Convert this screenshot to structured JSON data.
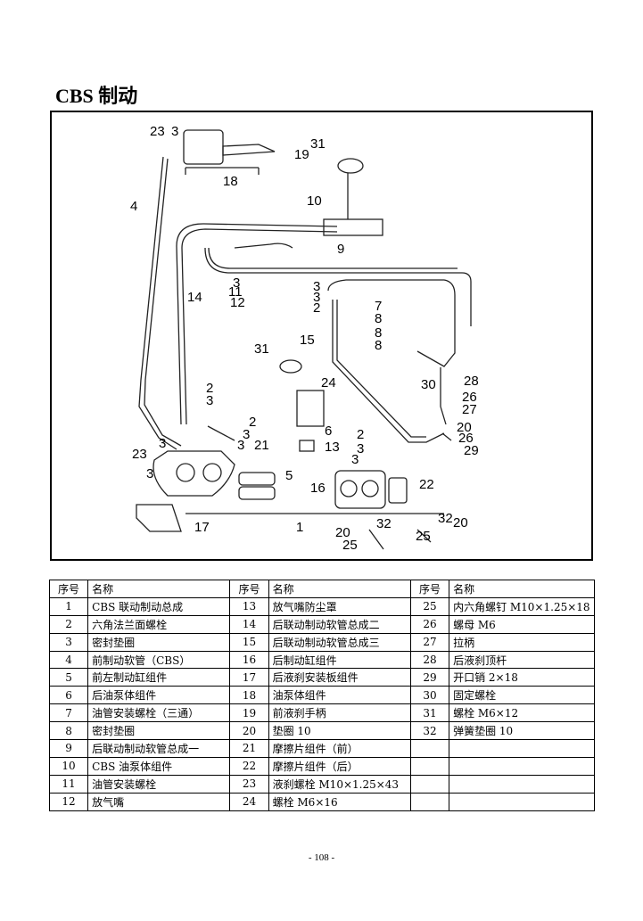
{
  "page": {
    "title": "CBS 制动",
    "page_number": "- 108 -"
  },
  "diagram": {
    "callouts": [
      "23",
      "3",
      "19",
      "18",
      "31",
      "10",
      "4",
      "9",
      "14",
      "3",
      "11",
      "12",
      "3",
      "3",
      "2",
      "7",
      "8",
      "8",
      "8",
      "15",
      "31",
      "2",
      "3",
      "24",
      "6",
      "13",
      "2",
      "3",
      "3",
      "21",
      "5",
      "23",
      "3",
      "17",
      "1",
      "28",
      "30",
      "26",
      "27",
      "20",
      "26",
      "29",
      "2",
      "3",
      "3",
      "22",
      "16",
      "32",
      "20",
      "25",
      "25",
      "32",
      "20"
    ]
  },
  "table": {
    "headers": [
      "序号",
      "名称",
      "序号",
      "名称",
      "序号",
      "名称"
    ],
    "rows": [
      [
        "1",
        "CBS 联动制动总成",
        "13",
        "放气嘴防尘罩",
        "25",
        "内六角螺钉 M10×1.25×18"
      ],
      [
        "2",
        "六角法兰面螺栓",
        "14",
        "后联动制动软管总成二",
        "26",
        "螺母 M6"
      ],
      [
        "3",
        "密封垫圈",
        "15",
        "后联动制动软管总成三",
        "27",
        "拉柄"
      ],
      [
        "4",
        "前制动软管（CBS）",
        "16",
        "后制动缸组件",
        "28",
        "后液刹顶杆"
      ],
      [
        "5",
        "前左制动缸组件",
        "17",
        "后液刹安装板组件",
        "29",
        "开口销 2×18"
      ],
      [
        "6",
        "后油泵体组件",
        "18",
        "油泵体组件",
        "30",
        "固定螺栓"
      ],
      [
        "7",
        "油管安装螺栓（三通）",
        "19",
        "前液刹手柄",
        "31",
        "螺栓 M6×12"
      ],
      [
        "8",
        "密封垫圈",
        "20",
        "垫圈 10",
        "32",
        "弹簧垫圈 10"
      ],
      [
        "9",
        "后联动制动软管总成一",
        "21",
        "摩擦片组件（前）",
        "",
        ""
      ],
      [
        "10",
        "CBS 油泵体组件",
        "22",
        "摩擦片组件（后）",
        "",
        ""
      ],
      [
        "11",
        "油管安装螺栓",
        "23",
        "液刹螺栓 M10×1.25×43",
        "",
        ""
      ],
      [
        "12",
        "放气嘴",
        "24",
        "螺栓 M6×16",
        "",
        ""
      ]
    ]
  }
}
